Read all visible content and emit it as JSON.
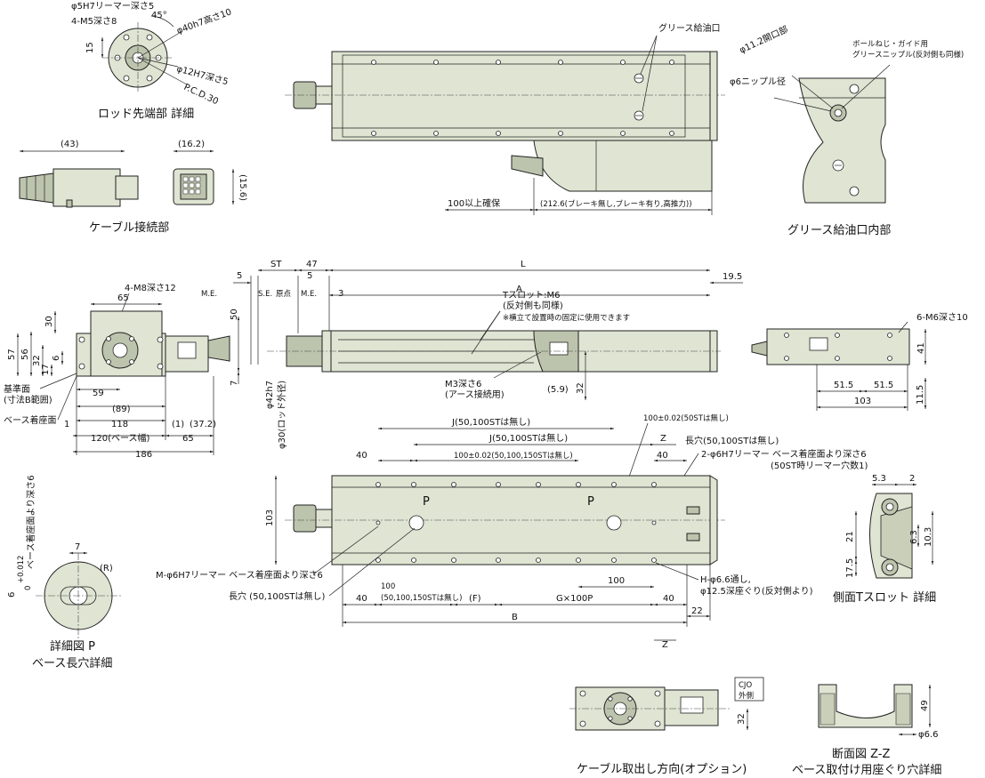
{
  "captions": {
    "rod_tip": "ロッド先端部 詳細",
    "cable_conn": "ケーブル接続部",
    "grease_inner": "グリース給油口内部",
    "detail_p_1": "詳細図 P",
    "detail_p_2": "ベース長穴詳細",
    "side_tslot": "側面Tスロット 詳細",
    "cable_dir": "ケーブル取出し方向(オプション)",
    "section_zz_1": "断面図 Z-Z",
    "section_zz_2": "ベース取付け用座ぐり穴詳細"
  },
  "rod_tip": {
    "phi5": "φ5H7リーマー深さ5",
    "m5": "4-M5深さ8",
    "deg45": "45°",
    "d15": "15",
    "phi40": "φ40h7高さ10",
    "phi12": "φ12H7深さ5",
    "pcd": "P.C.D.30"
  },
  "cable_conn": {
    "d43": "(43)",
    "d16": "(16.2)",
    "d15": "(15.6)"
  },
  "top_view": {
    "grease": "グリース給油口",
    "d100": "100以上確保",
    "d212": "(212.6(ブレーキ無し,ブレーキ有り,高推力))"
  },
  "grease_inner": {
    "bolt1": "ボールねじ・ガイド用",
    "bolt2": "グリースニップル(反対側も同様)",
    "phi11": "φ11.2開口部",
    "phi6": "φ6ニップル径"
  },
  "side_view": {
    "d5a": "5",
    "st": "ST",
    "d47": "47",
    "L": "L",
    "d19": "19.5",
    "me1": "M.E.",
    "se": "S.E.",
    "origin": "原点",
    "me2": "M.E.",
    "d5b": "5",
    "d3": "3",
    "A": "A",
    "tslot1": "Tスロット:M6",
    "tslot2": "(反対側も同様)",
    "note": "※横立て設置時の固定に使用できます",
    "m3a": "M3深さ6",
    "m3b": "(アース接続用)",
    "d59": "(5.9)",
    "d32": "32",
    "d50": "50",
    "d7": "7",
    "phi42": "φ42h7",
    "phi30": "φ30(ロッド外径)"
  },
  "front_view": {
    "m8": "4-M8深さ12",
    "d65a": "65",
    "d30": "30",
    "d57": "57",
    "d56": "56",
    "d32": "32",
    "d6": "6",
    "d17": "17",
    "d59": "59",
    "d89": "(89)",
    "d118": "118",
    "d1a": "(1)",
    "d37": "(37.2)",
    "d1b": "1",
    "d120": "120(ベース幅)",
    "d65b": "65",
    "d186": "186",
    "ref1": "基準面",
    "ref2": "(寸法B範囲)",
    "seat": "ベース着座面"
  },
  "right_view": {
    "m6": "6-M6深さ10",
    "d41": "41",
    "d515a": "51.5",
    "d515b": "51.5",
    "d103": "103",
    "d115": "11.5"
  },
  "bottom_view": {
    "J1": "J(50,100STは無し)",
    "J2": "J(50,100STは無し)",
    "d100tol": "100±0.02(50STは無し)",
    "d40a": "40",
    "d40b": "40",
    "d100tol2": "100±0.02(50,100,150STは無し)",
    "long": "長穴(50,100STは無し)",
    "reamer1": "2-φ6H7リーマー ベース着座面より深さ6",
    "reamer2": "(50ST時リーマー穴数1)",
    "d103": "103",
    "P": "P",
    "Mphi": "M-φ6H7リーマー ベース着座面より深さ6",
    "long2": "長穴 (50,100STは無し)",
    "d100": "100",
    "H1": "H-φ6.6通し,",
    "H2": "φ12.5深座ぐり(反対側より)",
    "d40c": "40",
    "d100b": "100",
    "d100c": "(50,100,150STは無し)",
    "F": "(F)",
    "G": "G×100P",
    "d40d": "40",
    "B": "B",
    "d22": "22",
    "Z": "Z"
  },
  "detail_p": {
    "d6": "6",
    "tol": "+0.012",
    "tol0": "0",
    "depth": "ベース着座面より深さ6",
    "d7": "7",
    "R": "(R)"
  },
  "side_tslot": {
    "d53": "5.3",
    "d2": "2",
    "d21": "21",
    "d63": "6.3",
    "d103": "10.3",
    "d175": "17.5"
  },
  "cable_dir": {
    "cjo1": "CJO",
    "cjo2": "外側",
    "d32": "32"
  },
  "section_zz": {
    "d49": "49",
    "phi66": "φ6.6"
  }
}
